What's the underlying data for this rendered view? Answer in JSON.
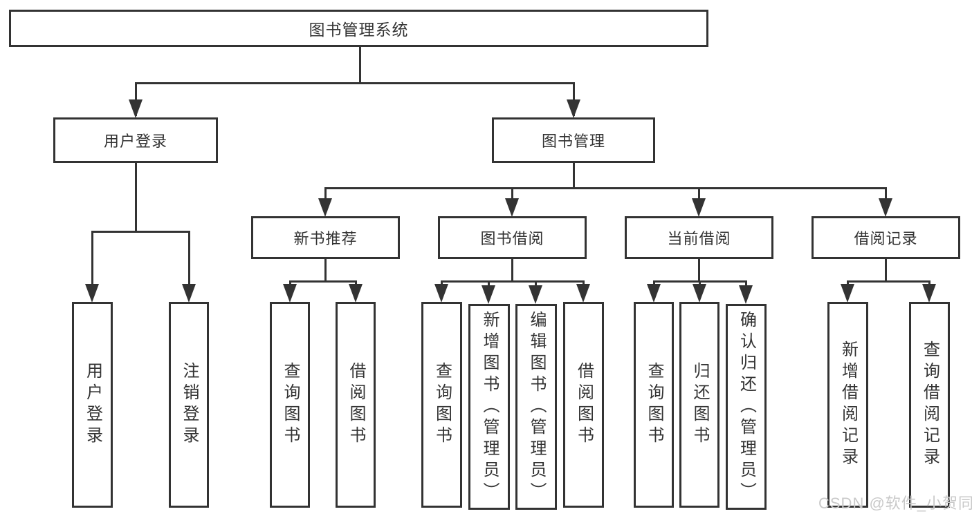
{
  "diagram": {
    "title": "图书管理系统",
    "branches": [
      {
        "label": "用户登录",
        "children": [
          {
            "label": "用户登录"
          },
          {
            "label": "注销登录"
          }
        ]
      },
      {
        "label": "图书管理",
        "children": [
          {
            "label": "新书推荐",
            "children": [
              {
                "label": "查询图书"
              },
              {
                "label": "借阅图书"
              }
            ]
          },
          {
            "label": "图书借阅",
            "children": [
              {
                "label": "查询图书"
              },
              {
                "label": "新增图书（管理员）"
              },
              {
                "label": "编辑图书（管理员）"
              },
              {
                "label": "借阅图书"
              }
            ]
          },
          {
            "label": "当前借阅",
            "children": [
              {
                "label": "查询图书"
              },
              {
                "label": "归还图书"
              },
              {
                "label": "确认归还（管理员）"
              }
            ]
          },
          {
            "label": "借阅记录",
            "children": [
              {
                "label": "新增借阅记录"
              },
              {
                "label": "查询借阅记录"
              }
            ]
          }
        ]
      }
    ]
  },
  "watermark": {
    "text": "CSDN @软件_小贺同学"
  },
  "colors": {
    "line": "#333333",
    "text": "#333333",
    "box_background": "#ffffff",
    "page_background": "#ffffff",
    "watermark": "#c9c9c9"
  }
}
